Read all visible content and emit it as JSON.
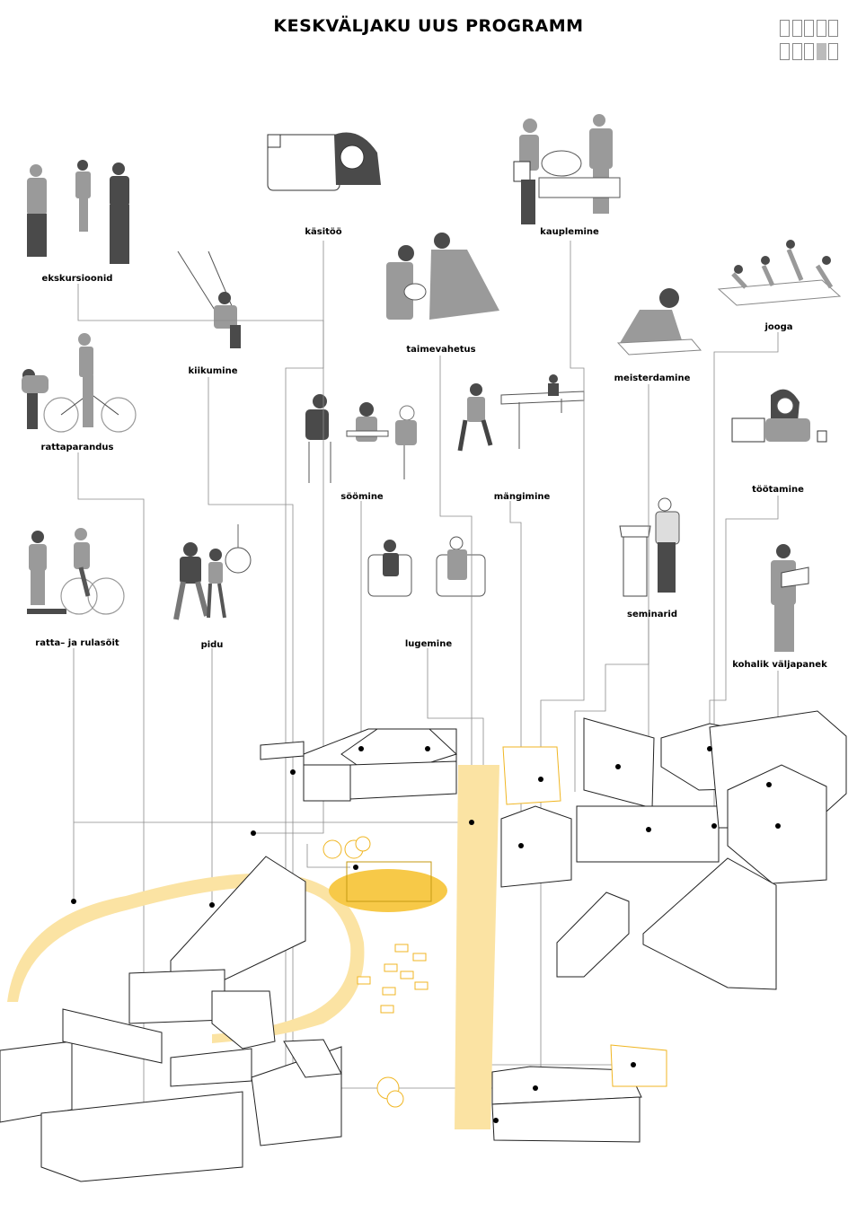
{
  "title": "KESKVÄLJAKU UUS PROGRAMM",
  "activities": {
    "ekskursioonid": "ekskursioonid",
    "kasitoo": "käsitöö",
    "kauplemine": "kauplemine",
    "kiikumine": "kiikumine",
    "taimevahetus": "taimevahetus",
    "jooga": "jooga",
    "meisterdamine": "meisterdamine",
    "rattaparandus": "rattaparandus",
    "soomine": "söömine",
    "mangimine": "mängimine",
    "tootamine": "töötamine",
    "seminarid": "seminarid",
    "rattasoit": "ratta– ja rulasõit",
    "pidu": "pidu",
    "lugemine": "lugemine",
    "valjapanek": "kohalik väljapanek"
  },
  "phase_indicator": {
    "total": 10,
    "active": 9
  },
  "colors": {
    "accent": "#f7c948",
    "accent_light": "#fbe3a3",
    "line": "#777777",
    "figure": "#9a9a9a"
  }
}
